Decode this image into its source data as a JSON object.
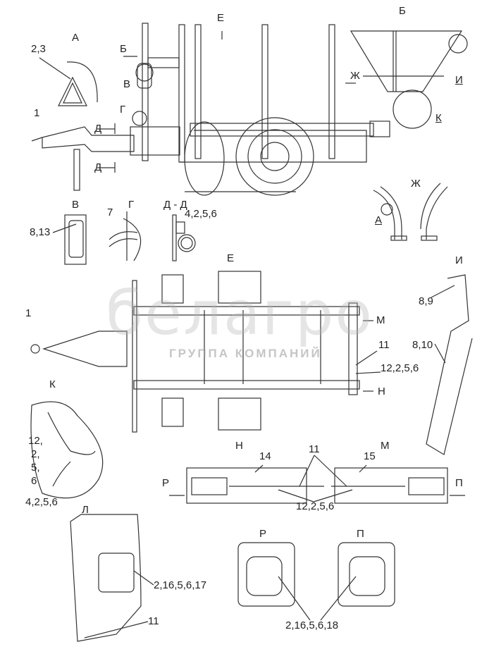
{
  "watermark": {
    "brand": "белагро",
    "subtitle": "ГРУППА КОМПАНИЙ"
  },
  "side_view": {
    "view_a": "А",
    "callout_2_3": "2,3",
    "arrow_b": "Б",
    "callout_v": "В",
    "arrow_e": "Е",
    "callout_g": "Г",
    "callout_1": "1",
    "section_d_top": "Д",
    "section_d_bottom": "Д",
    "arrow_zh": "Ж"
  },
  "view_b": {
    "title": "Б",
    "callout_i": "И",
    "callout_k": "К"
  },
  "detail_v": {
    "title": "В",
    "callout": "8,13"
  },
  "detail_g": {
    "title": "Г",
    "callout": "7"
  },
  "section_dd": {
    "title": "Д - Д",
    "callout": "4,2,5,6"
  },
  "view_zh": {
    "title": "Ж",
    "callout_a": "А"
  },
  "plan_view": {
    "title": "Е",
    "callout_1": "1",
    "arrow_m": "М",
    "callout_11": "11",
    "callout_12": "12,2,5,6",
    "arrow_n": "Н",
    "view_k_title": "К"
  },
  "detail_i": {
    "title": "И",
    "callout_top": "8,9",
    "callout_bottom": "8,10"
  },
  "detail_k": {
    "c1": "12,",
    "c2": "2,",
    "c3": "5,",
    "c4": "6",
    "c5": "4,2,5,6"
  },
  "views_n_m": {
    "title_n": "Н",
    "part_14": "14",
    "callout_11": "11",
    "title_m": "М",
    "part_15": "15",
    "arrow_r": "Р",
    "arrow_p": "П",
    "callout": "12,2,5,6"
  },
  "detail_l": {
    "title": "Л",
    "callout_main": "2,16,5,6,17",
    "callout_11": "11"
  },
  "views_r_p": {
    "title_r": "Р",
    "title_p": "П",
    "callout": "2,16,5,6,18"
  }
}
